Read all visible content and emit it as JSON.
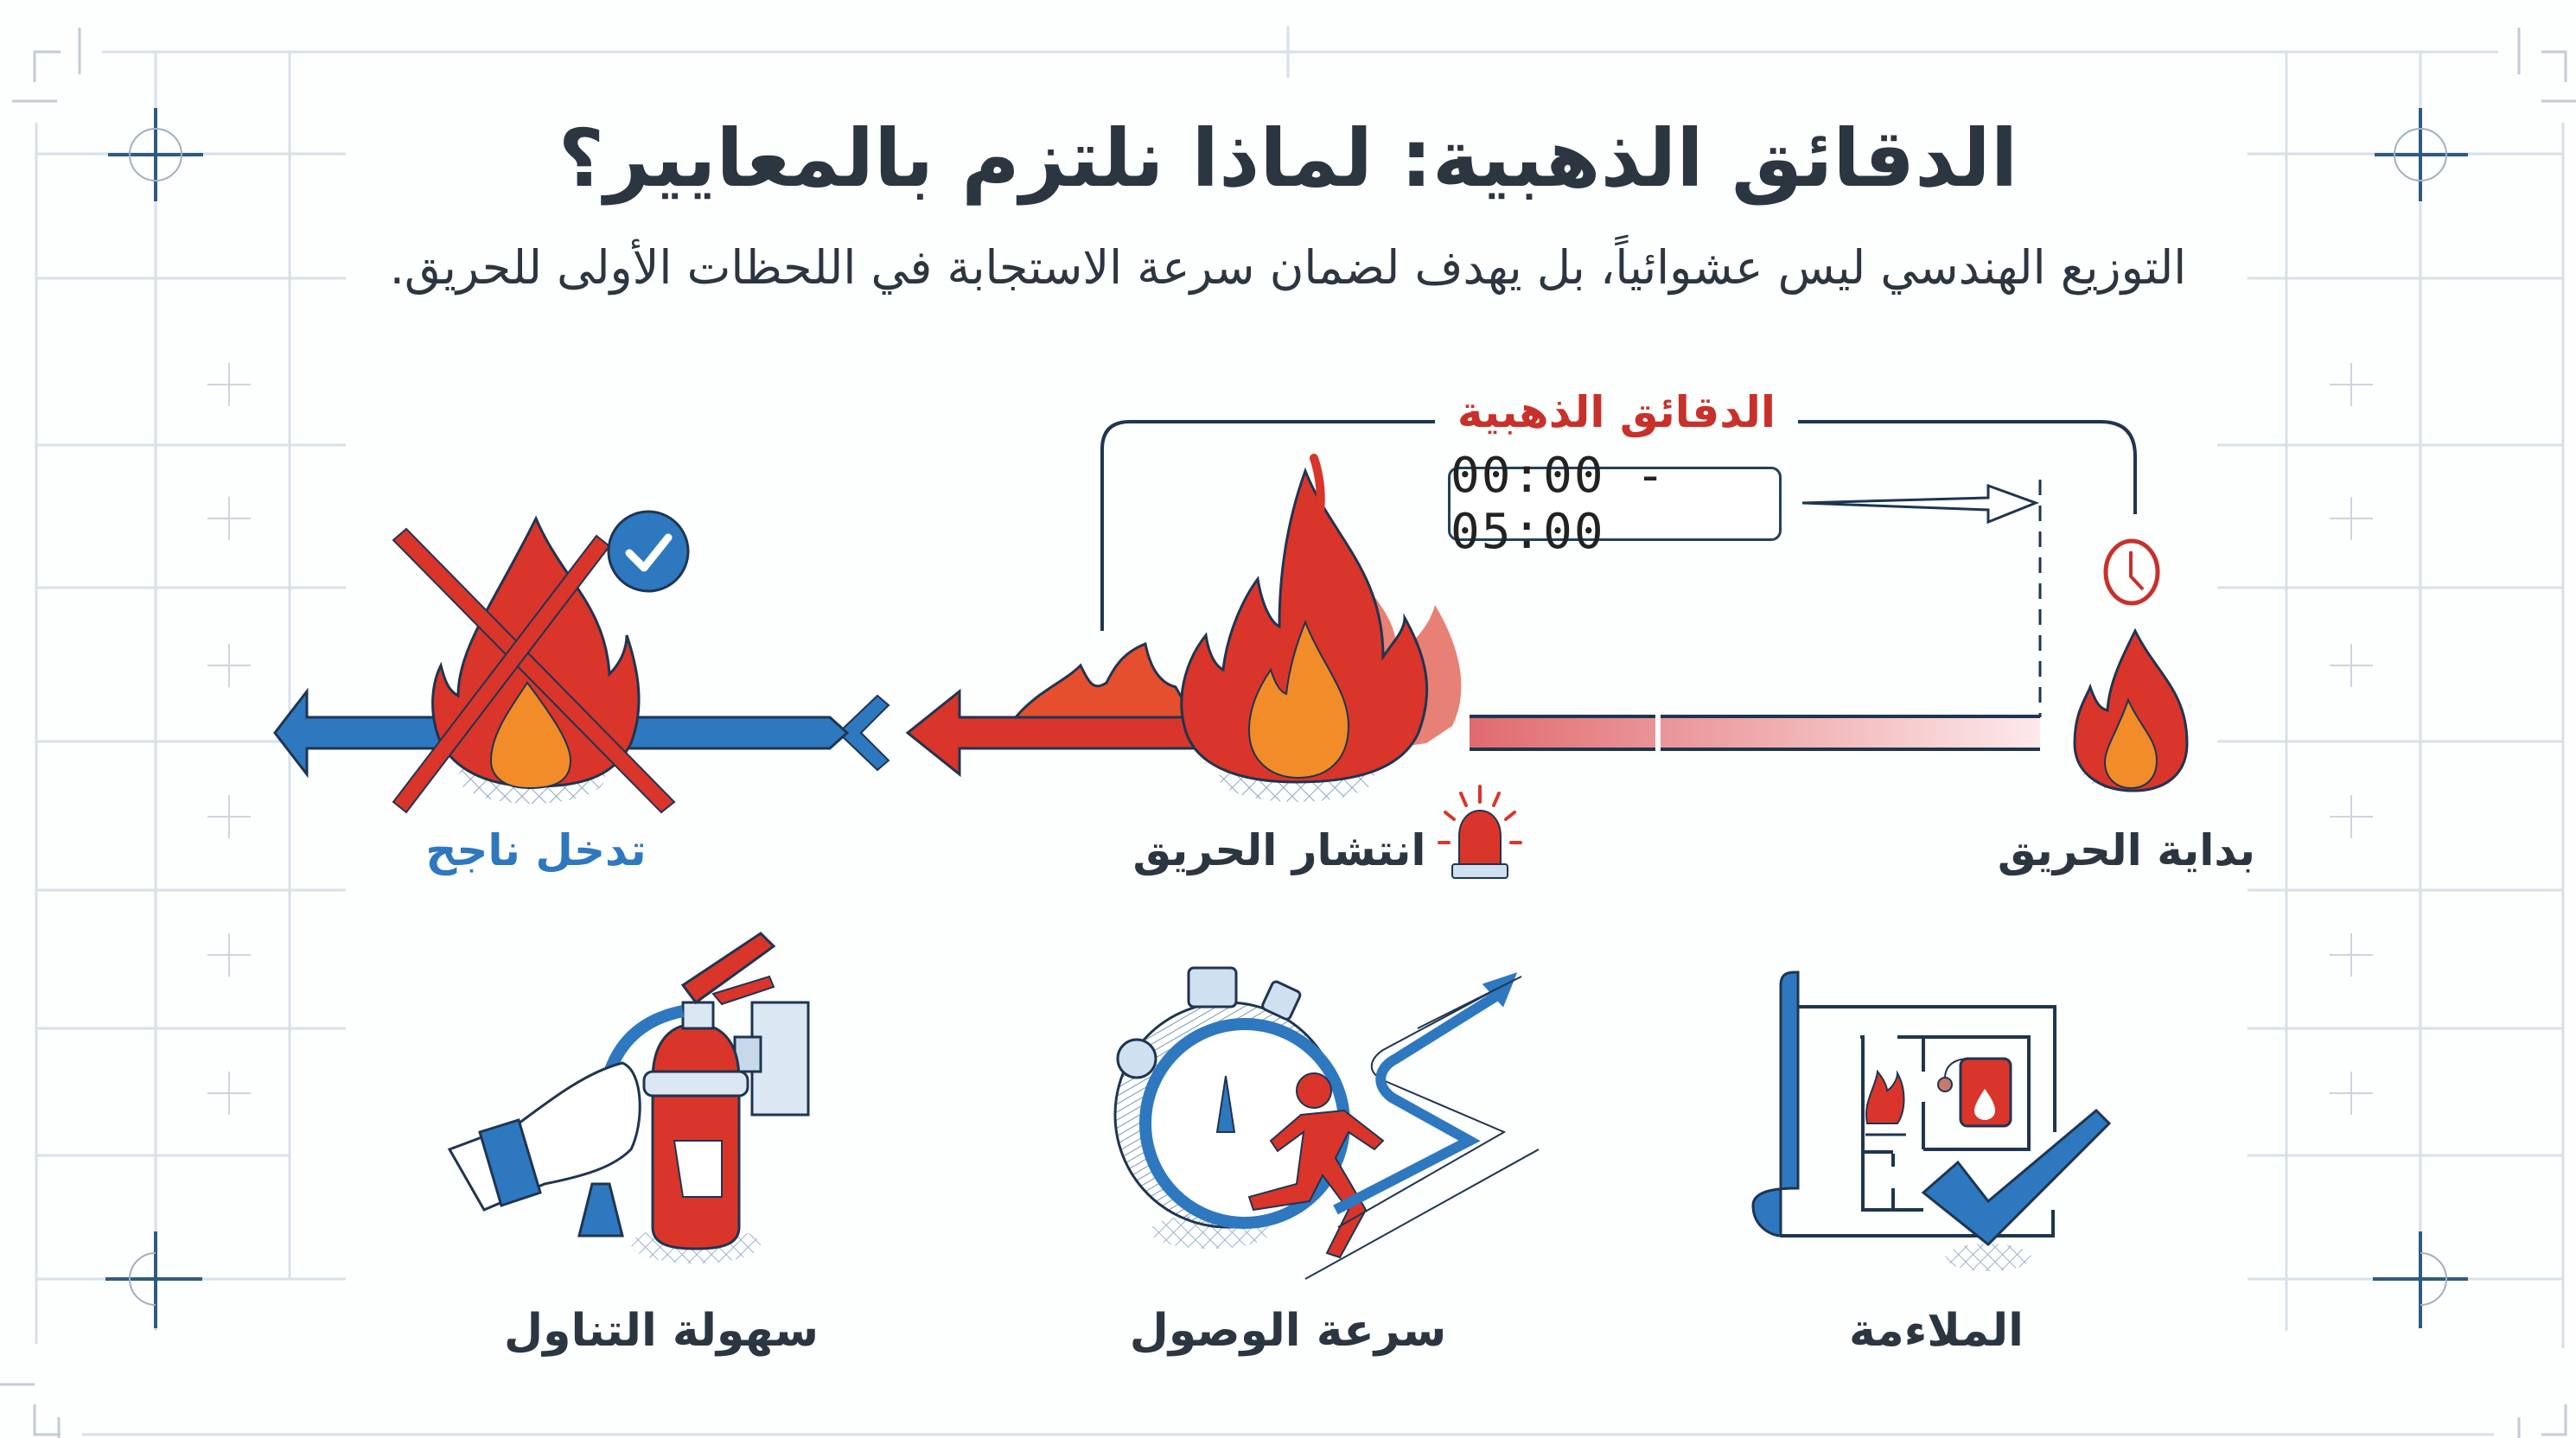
{
  "header": {
    "title": "الدقائق الذهبية: لماذا نلتزم بالمعايير؟",
    "subtitle": "التوزيع الهندسي ليس عشوائياً، بل يهدف لضمان سرعة الاستجابة في اللحظات الأولى للحريق."
  },
  "timeline": {
    "golden_window_label": "الدقائق الذهبية",
    "timer_text": "00:00 - 05:00",
    "stages": [
      {
        "label": "بداية الحريق",
        "icon": "small-fire-icon",
        "marker_icon": "clock-icon"
      },
      {
        "label": "انتشار الحريق",
        "icon": "large-fire-icon",
        "marker_icon": "alarm-siren-icon"
      },
      {
        "label": "تدخل ناجح",
        "icon": "extinguished-fire-icon",
        "marker_icon": "check-badge-icon"
      }
    ]
  },
  "features": [
    {
      "label": "الملاءمة",
      "icon": "blueprint-check-icon"
    },
    {
      "label": "سرعة الوصول",
      "icon": "stopwatch-runner-icon"
    },
    {
      "label": "سهولة التناول",
      "icon": "fire-extinguisher-hand-icon"
    }
  ],
  "colors": {
    "text_dark": "#2b3640",
    "fire_red": "#d9352b",
    "fire_orange": "#f28c28",
    "accent_blue": "#2e78c0",
    "outline_navy": "#1f3550",
    "grid": "#d5dde5"
  }
}
